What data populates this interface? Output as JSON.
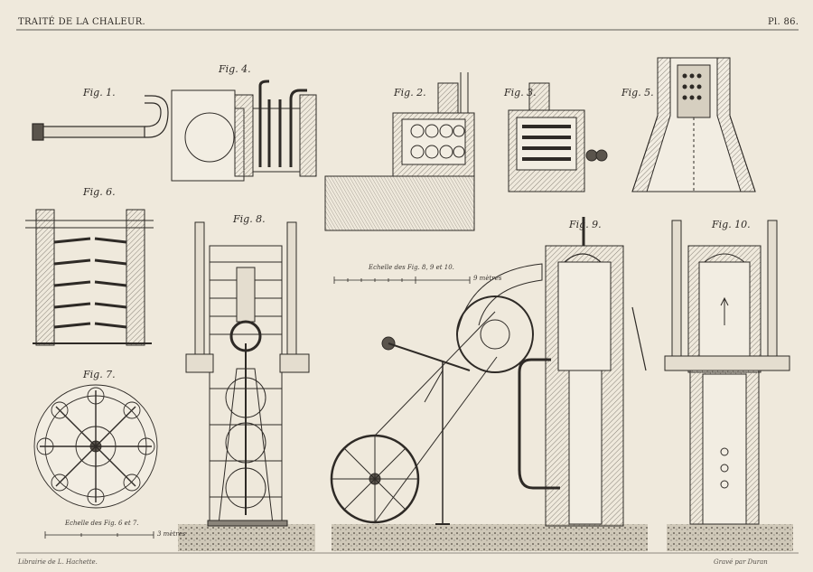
{
  "header": {
    "title": "TRAITÉ DE LA CHALEUR.",
    "plate_number": "Pl. 86."
  },
  "figures": {
    "fig1": "Fig. 1.",
    "fig2": "Fig. 2.",
    "fig3": "Fig. 3.",
    "fig4": "Fig. 4.",
    "fig5": "Fig. 5.",
    "fig6": "Fig. 6.",
    "fig7": "Fig. 7.",
    "fig8": "Fig. 8.",
    "fig9": "Fig. 9.",
    "fig10": "Fig. 10."
  },
  "scales": {
    "scale_6_7": "Echelle des Fig. 6 et 7.",
    "scale_6_7_unit": "3 mètres",
    "scale_8_10": "Echelle des Fig. 8, 9 et 10.",
    "scale_8_10_unit": "9 mètres"
  },
  "footer": {
    "publisher": "Librairie de L. Hachette.",
    "engraver": "Gravé par Duran"
  },
  "colors": {
    "paper": "#efe9dc",
    "ink": "#2e2a26",
    "hatch": "#8a847a"
  }
}
